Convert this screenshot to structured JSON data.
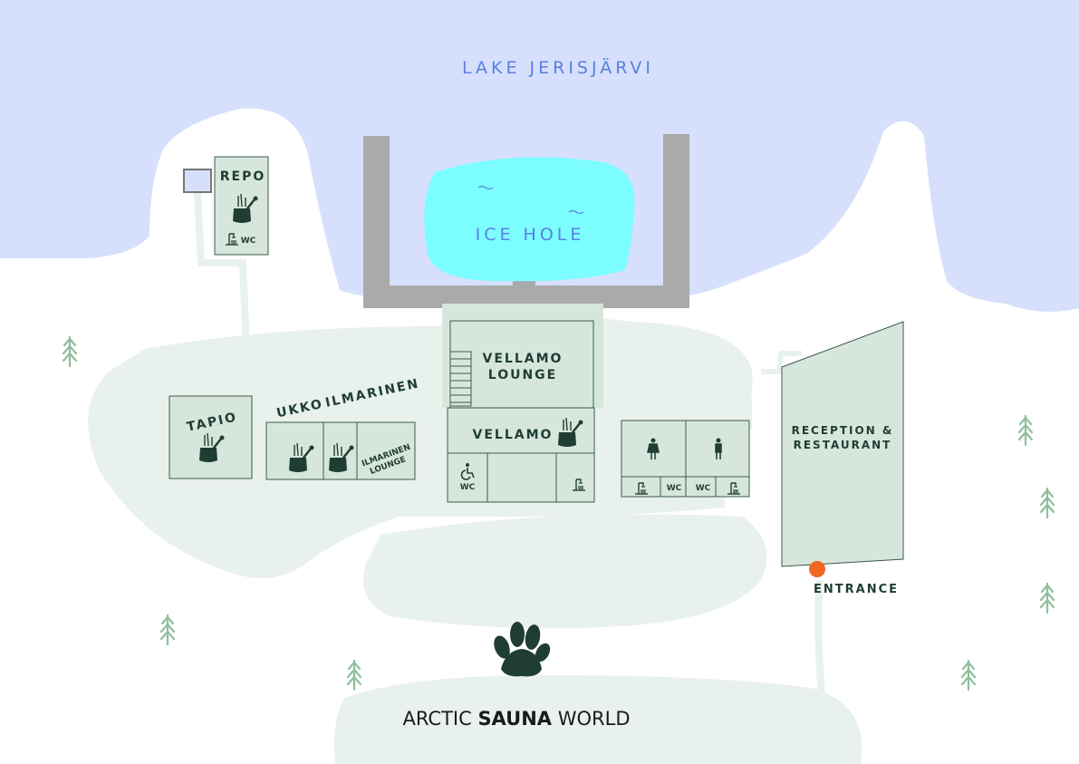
{
  "colors": {
    "lake": "#d6e0fc",
    "ice_hole": "#7cfdff",
    "pier": "#aaaaaa",
    "ground": "#e9f1ec",
    "building": "#d7e6dc",
    "outline": "#3c5a4c",
    "ink": "#1f3d33",
    "tree": "#8fbf9c",
    "entrance": "#f26522"
  },
  "map": {
    "lake_label": "LAKE JERISJÄRVI",
    "ice_hole_label": "ICE HOLE",
    "repo": {
      "name": "REPO",
      "wc": "WC"
    },
    "tapio": {
      "name": "TAPIO"
    },
    "ukko": {
      "name": "UKKO"
    },
    "ilmarinen": {
      "name": "ILMARINEN"
    },
    "ilmarinen_lounge": {
      "line1": "ILMARINEN",
      "line2": "LOUNGE"
    },
    "vellamo_lounge": {
      "line1": "VELLAMO",
      "line2": "LOUNGE"
    },
    "vellamo": {
      "name": "VELLAMO",
      "wc": "WC"
    },
    "changing_rooms": {
      "wc_left": "WC",
      "wc_right": "WC"
    },
    "reception": {
      "line1": "RECEPTION &",
      "line2": "RESTAURANT"
    },
    "entrance_label": "ENTRANCE"
  },
  "brand": {
    "part1": "ARCTIC ",
    "part2": "SAUNA",
    "part3": " WORLD"
  },
  "icons": [
    "sauna-icon",
    "wc-icon",
    "shower-icon",
    "accessible-icon",
    "female-icon",
    "male-icon",
    "paw-logo-icon",
    "tree-icon",
    "entrance-marker-icon"
  ]
}
